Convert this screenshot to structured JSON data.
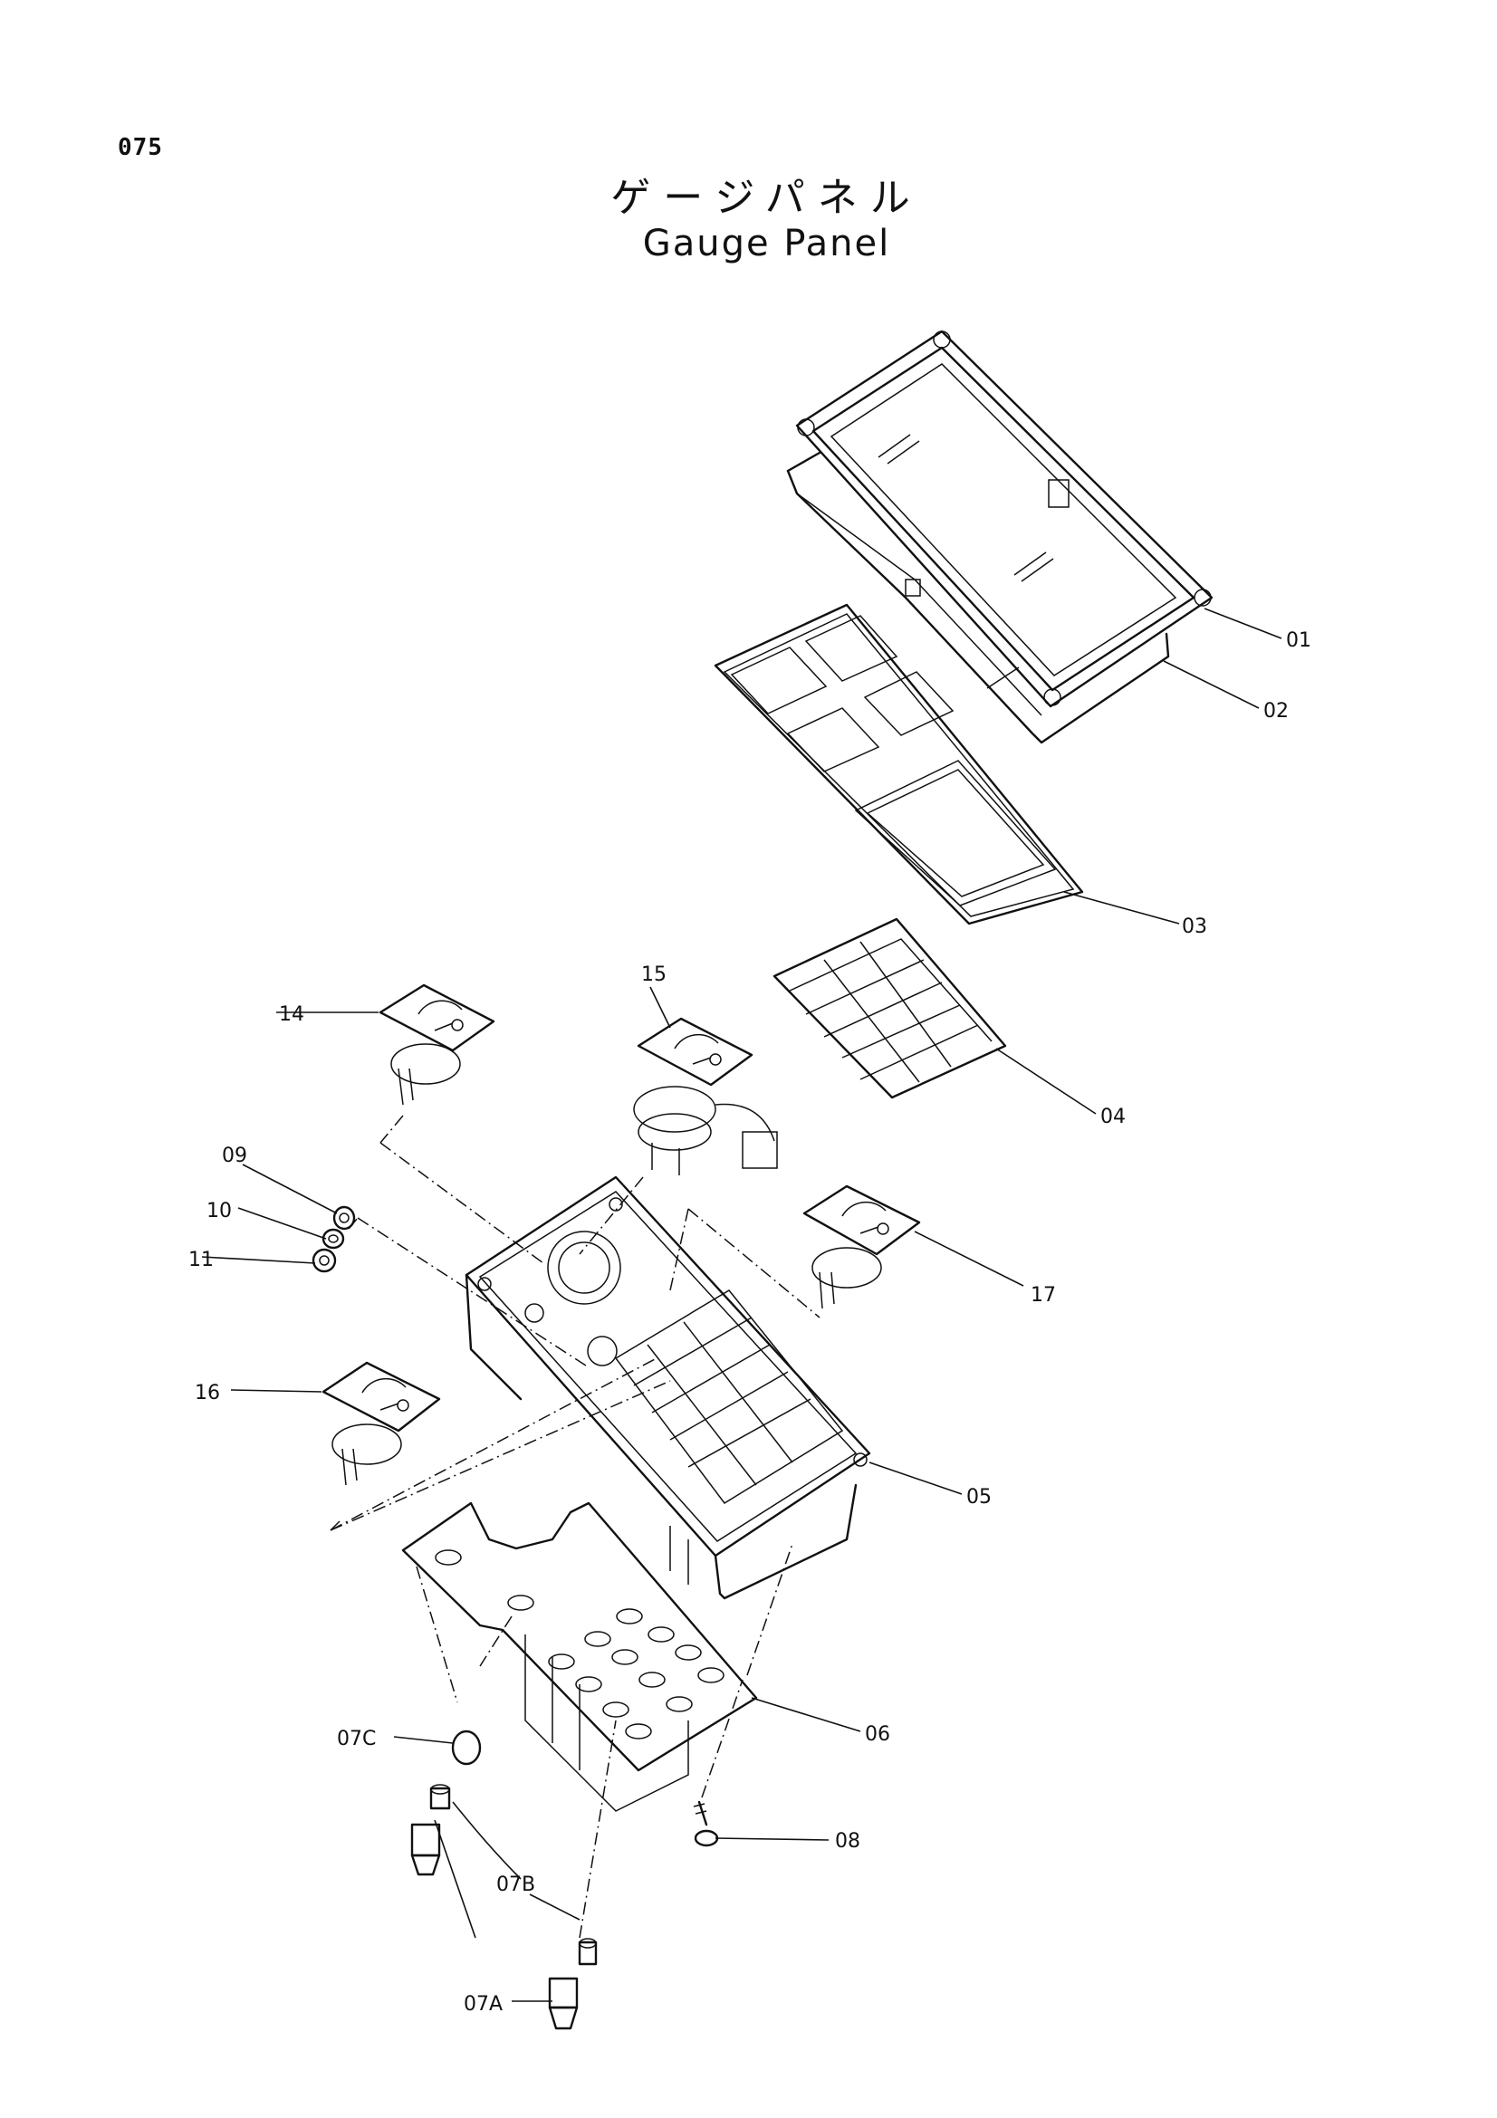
{
  "page_number": "075",
  "title_jp": "ゲージパネル",
  "title_en": "Gauge Panel",
  "part_labels": {
    "p01": "01",
    "p02": "02",
    "p03": "03",
    "p04": "04",
    "p05": "05",
    "p06": "06",
    "p07a": "07A",
    "p07b": "07B",
    "p07c": "07C",
    "p08": "08",
    "p09": "09",
    "p10": "10",
    "p11": "11",
    "p14": "14",
    "p15": "15",
    "p16": "16",
    "p17": "17"
  }
}
